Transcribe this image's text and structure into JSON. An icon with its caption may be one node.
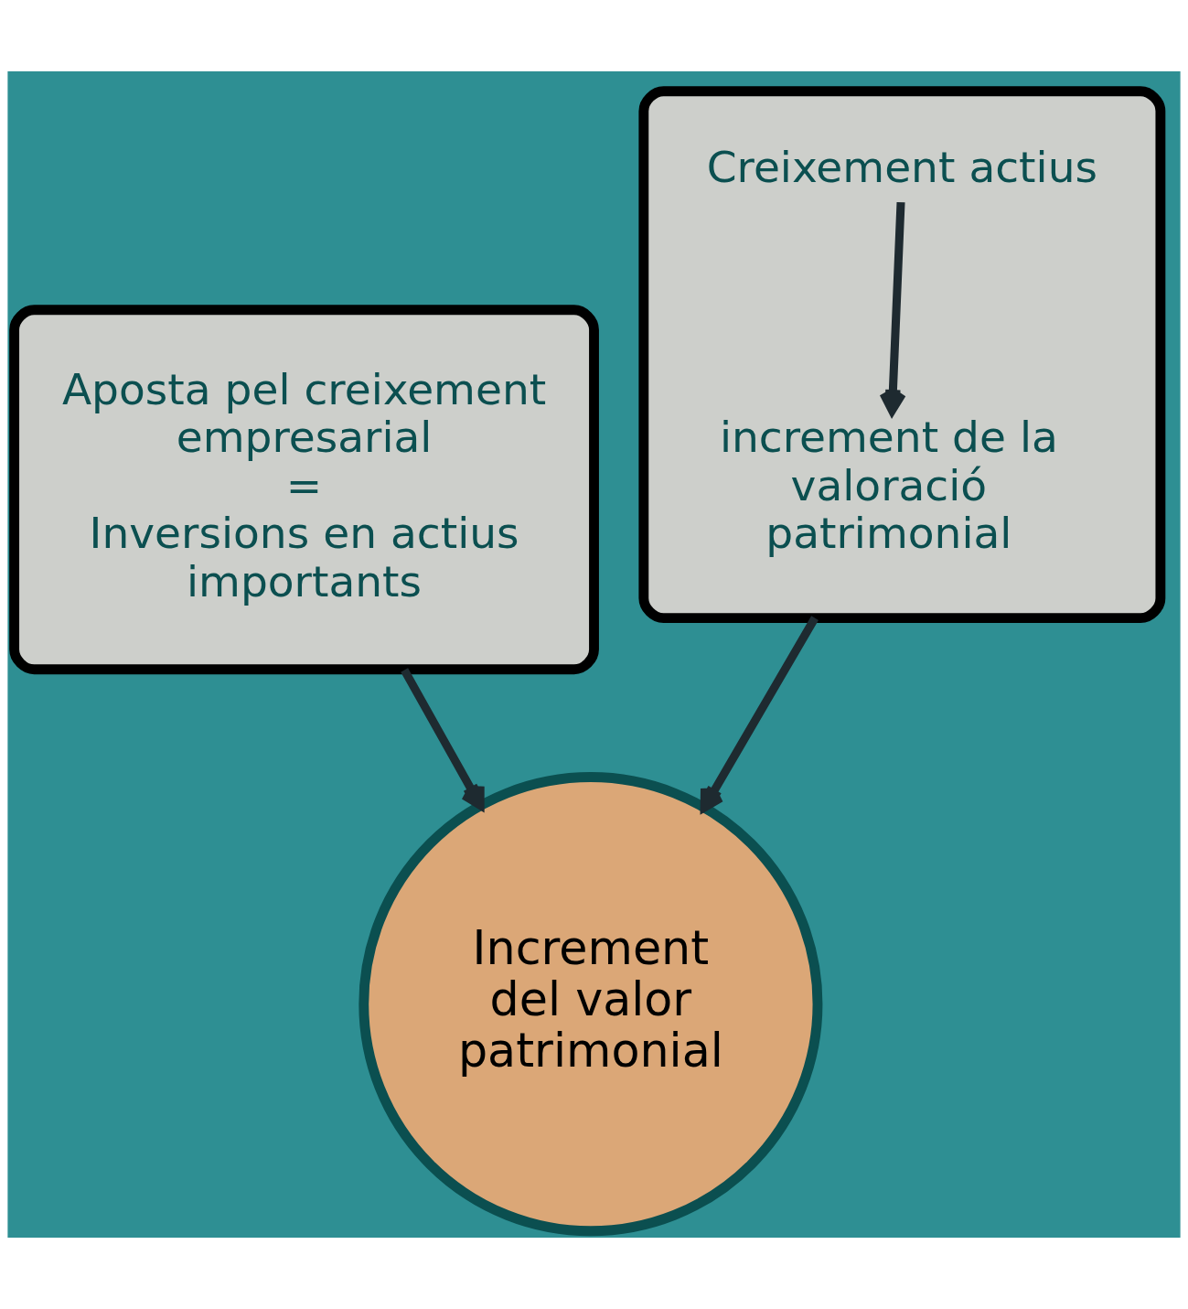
{
  "diagram": {
    "nodes": [
      {
        "text": [
          "Aposta pel creixement empresarial",
          "=",
          "Inversions en actius importants"
        ]
      },
      {
        "text": [],
        "shape": "box"
      },
      {
        "text": [
          "Creixement actius"
        ],
        "in": 1
      },
      {
        "text": [
          "increment de la valoració patrimonial"
        ],
        "in": 1
      },
      {
        "text": [
          "Increment del valor patrimonial"
        ]
      }
    ],
    "edges": [
      {
        "from": 2,
        "to": 3,
        "arrow": "to"
      },
      {
        "from": 0,
        "to": 4,
        "arrow": "to"
      },
      {
        "from": 1,
        "to": 4,
        "arrow": "to"
      }
    ]
  }
}
